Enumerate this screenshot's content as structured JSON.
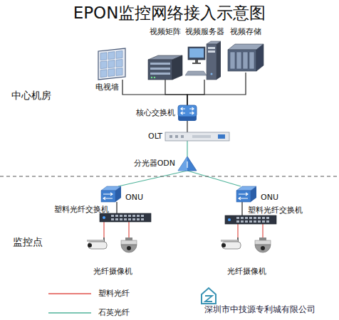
{
  "diagram": {
    "title": "EPON监控网络接入示意图",
    "nodes": [
      {
        "text": [
          "电视墙"
        ]
      },
      {
        "text": [
          "视频矩阵"
        ]
      },
      {
        "text": [
          "视频服务器"
        ]
      },
      {
        "text": [
          "视频存储"
        ]
      },
      {
        "text": [
          "核心交换机"
        ]
      },
      {
        "text": [
          "OLT"
        ]
      },
      {
        "text": [
          "分光器ODN"
        ]
      },
      {
        "text": [
          "ONU"
        ]
      },
      {
        "text": [
          "ONU"
        ]
      },
      {
        "text": [
          "塑料光纤交换机"
        ]
      },
      {
        "text": [
          "塑料光纤交换机"
        ]
      },
      {
        "text": [
          "光纤摄像机"
        ]
      },
      {
        "text": [
          "光纤摄像机"
        ]
      }
    ],
    "edges": [
      {
        "from": 0,
        "to": 4,
        "arrow": "none"
      },
      {
        "from": 1,
        "to": 4,
        "arrow": "none"
      },
      {
        "from": 2,
        "to": 4,
        "arrow": "none"
      },
      {
        "from": 3,
        "to": 4,
        "arrow": "none"
      },
      {
        "from": 4,
        "to": 5,
        "arrow": "none"
      },
      {
        "from": 5,
        "to": 6,
        "arrow": "none"
      },
      {
        "from": 6,
        "to": 7,
        "arrow": "none"
      },
      {
        "from": 6,
        "to": 8,
        "arrow": "none"
      },
      {
        "from": 7,
        "to": 9,
        "arrow": "none"
      },
      {
        "from": 8,
        "to": 10,
        "arrow": "none"
      },
      {
        "from": 9,
        "to": 11,
        "arrow": "none"
      },
      {
        "from": 10,
        "to": 12,
        "arrow": "none"
      }
    ],
    "labels": [
      "中心机房",
      "监控点",
      "深圳市中技源专利城有限公司"
    ],
    "legend": [
      {
        "text": "塑料光纤"
      },
      {
        "text": "石英光纤"
      }
    ]
  }
}
